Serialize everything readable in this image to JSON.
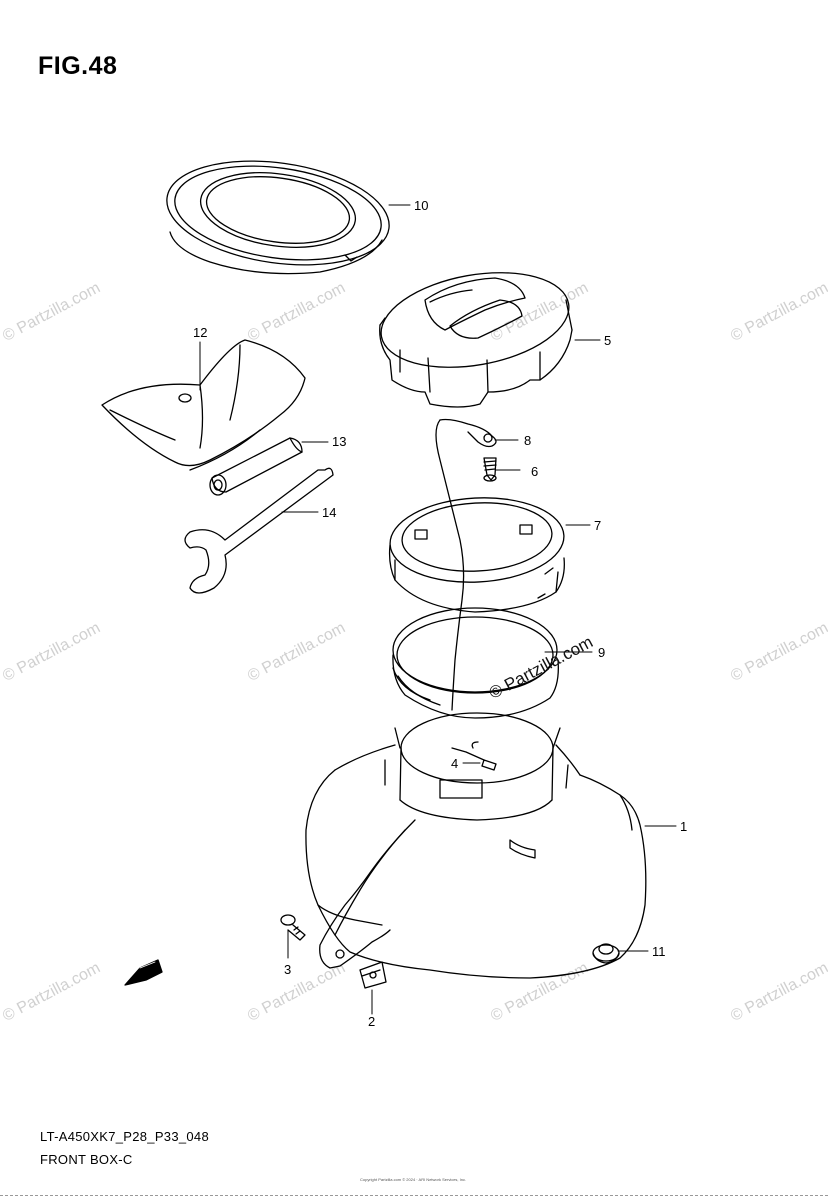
{
  "figure": {
    "title": "FIG.48",
    "model_code": "LT-A450XK7_P28_P33_048",
    "section_name": "FRONT BOX-C"
  },
  "fwd_label": "FWD",
  "callouts": [
    {
      "id": "1",
      "text": "1"
    },
    {
      "id": "2",
      "text": "2"
    },
    {
      "id": "3",
      "text": "3"
    },
    {
      "id": "4",
      "text": "4"
    },
    {
      "id": "5",
      "text": "5"
    },
    {
      "id": "6",
      "text": "6"
    },
    {
      "id": "7",
      "text": "7"
    },
    {
      "id": "8",
      "text": "8"
    },
    {
      "id": "9",
      "text": "9"
    },
    {
      "id": "10",
      "text": "10"
    },
    {
      "id": "11",
      "text": "11"
    },
    {
      "id": "12",
      "text": "12"
    },
    {
      "id": "13",
      "text": "13"
    },
    {
      "id": "14",
      "text": "14"
    }
  ],
  "watermark": {
    "text": "© Partzilla.com",
    "center_text": "© Partzilla.com"
  },
  "copyright_line": "Copyright Partzilla.com © 2024 · ARI Network Services, Inc."
}
